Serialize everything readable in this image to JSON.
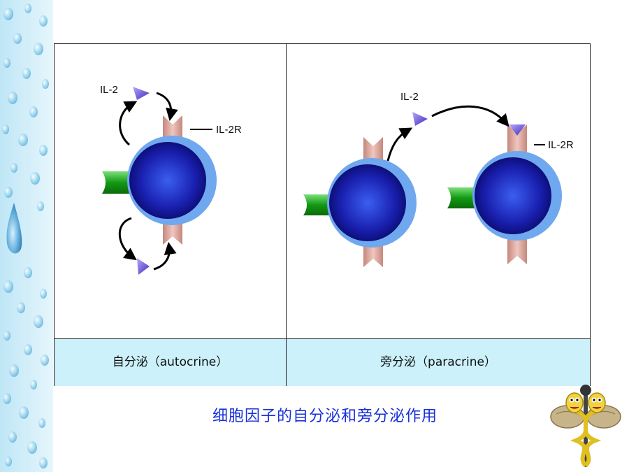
{
  "panels": {
    "left": {
      "caption": "自分泌（autocrine）",
      "ligand_label": "IL-2",
      "receptor_label": "IL-2R"
    },
    "right": {
      "caption": "旁分泌（paracrine）",
      "ligand_label": "IL-2",
      "receptor_label": "IL-2R"
    }
  },
  "figure_title": "细胞因子的自分泌和旁分泌作用",
  "colors": {
    "cell_outer": "#6fa8ee",
    "cell_nucleus": "#1a1fa8",
    "receptor": "#d9a79f",
    "ligand": "#7b63d6",
    "membrane_protein": "#1aa81a",
    "caption_bg": "#ccf1fb",
    "title_text": "#1830d8"
  },
  "icons": {
    "logo": "caduceus-snakes-logo",
    "decoration": "water-droplets-strip"
  }
}
